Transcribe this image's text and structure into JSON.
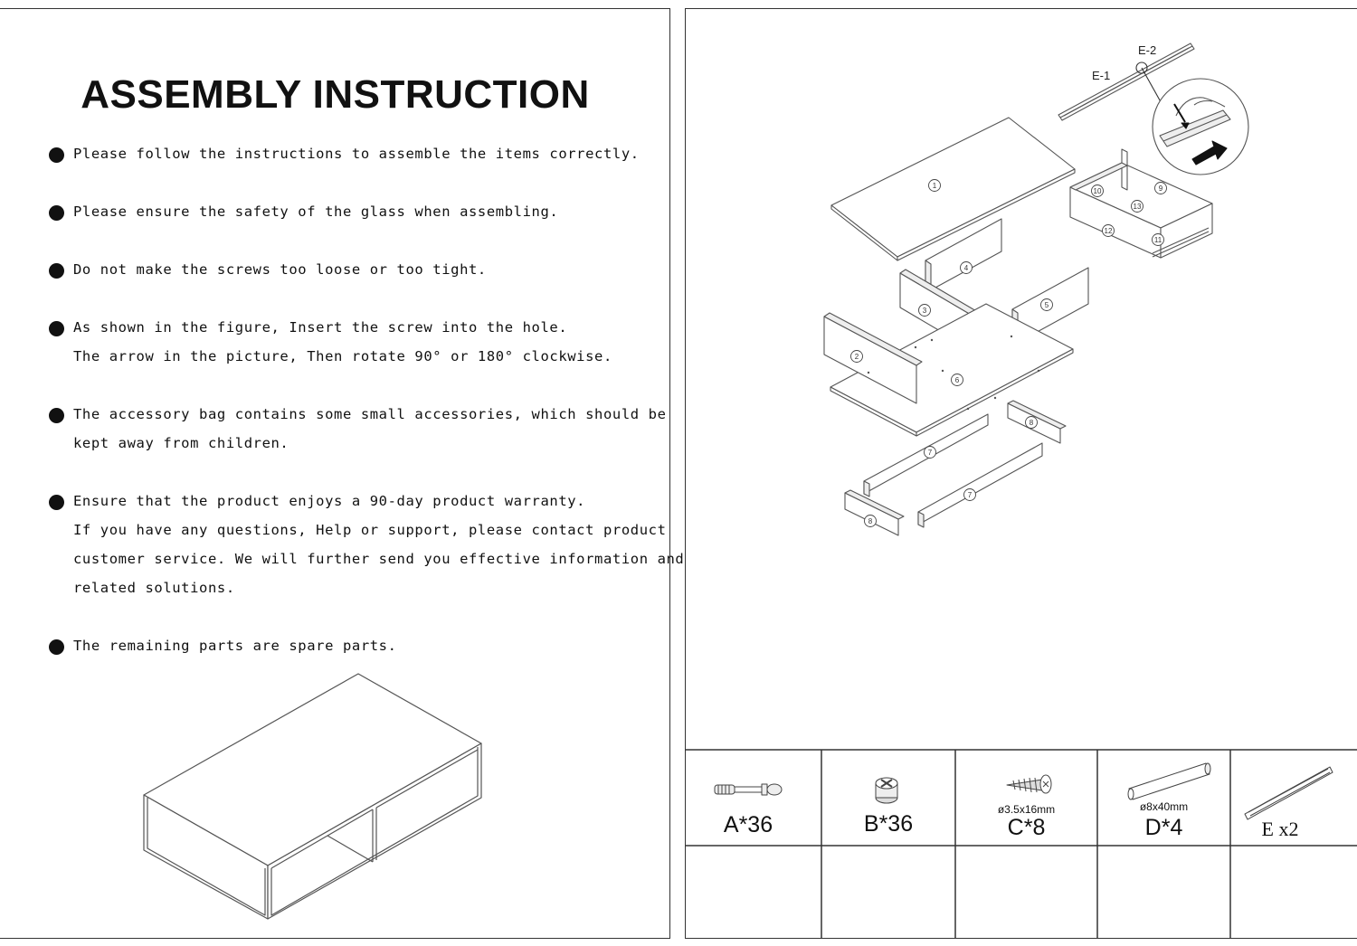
{
  "title": "ASSEMBLY INSTRUCTION",
  "instructions": [
    "Please follow the instructions to assemble the items correctly.",
    "Please ensure the safety of the glass when assembling.",
    "Do not make the screws too loose or too tight.",
    "As shown in the figure, Insert the screw into the hole.",
    "The arrow in the picture, Then rotate 90° or 180° clockwise.",
    "The accessory bag contains some small accessories, which should be",
    "kept away from children.",
    "Ensure that the product enjoys a 90-day product warranty.",
    "If you have any questions, Help or support, please contact product",
    "customer service. We will further send you effective information and",
    "related solutions.",
    "The remaining parts are spare parts."
  ],
  "diagram": {
    "rail_labels": [
      "E-2",
      "E-1"
    ],
    "part_numbers": [
      "1",
      "2",
      "3",
      "4",
      "5",
      "6",
      "7",
      "7",
      "8",
      "8",
      "9",
      "10",
      "11",
      "12",
      "13"
    ]
  },
  "hardware": [
    {
      "label": "A*36",
      "dimension": "",
      "icon": "cam-bolt-icon"
    },
    {
      "label": "B*36",
      "dimension": "",
      "icon": "cam-lock-icon"
    },
    {
      "label": "C*8",
      "dimension": "ø3.5x16mm",
      "icon": "screw-icon"
    },
    {
      "label": "D*4",
      "dimension": "ø8x40mm",
      "icon": "wooden-dowel-icon"
    },
    {
      "label": "E x2",
      "dimension": "",
      "icon": "drawer-slide-icon"
    }
  ]
}
